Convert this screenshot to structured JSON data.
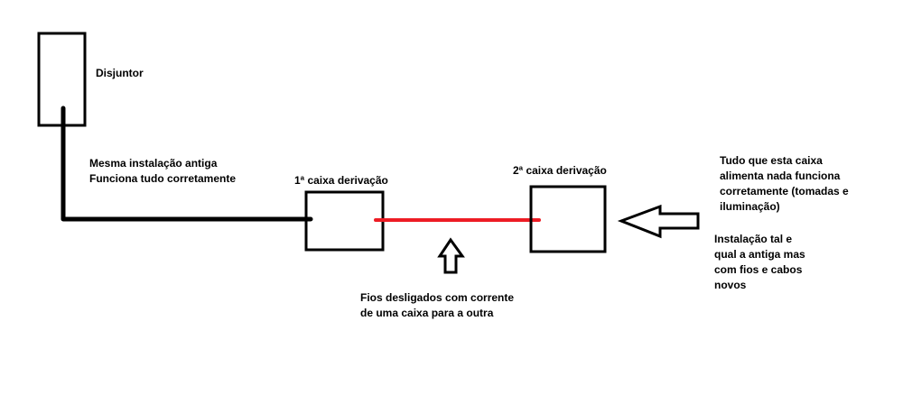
{
  "labels": {
    "breaker": "Disjuntor",
    "old_install_1": "Mesma instalação antiga",
    "old_install_2": "Funciona tudo corretamente",
    "box1": "1ª caixa derivação",
    "box2": "2ª caixa derivação",
    "wires_1": "Fios desligados com corrente",
    "wires_2": "de uma caixa para a outra",
    "right_1": "Tudo que esta caixa",
    "right_2": "alimenta nada funciona",
    "right_3": "corretamente (tomadas e",
    "right_4": "iluminação)",
    "new_1": "Instalação tal e",
    "new_2": "qual a antiga mas",
    "new_3": "com fios e cabos",
    "new_4": "novos"
  },
  "colors": {
    "wire_old": "#000000",
    "wire_faulty": "#ed1c24"
  }
}
